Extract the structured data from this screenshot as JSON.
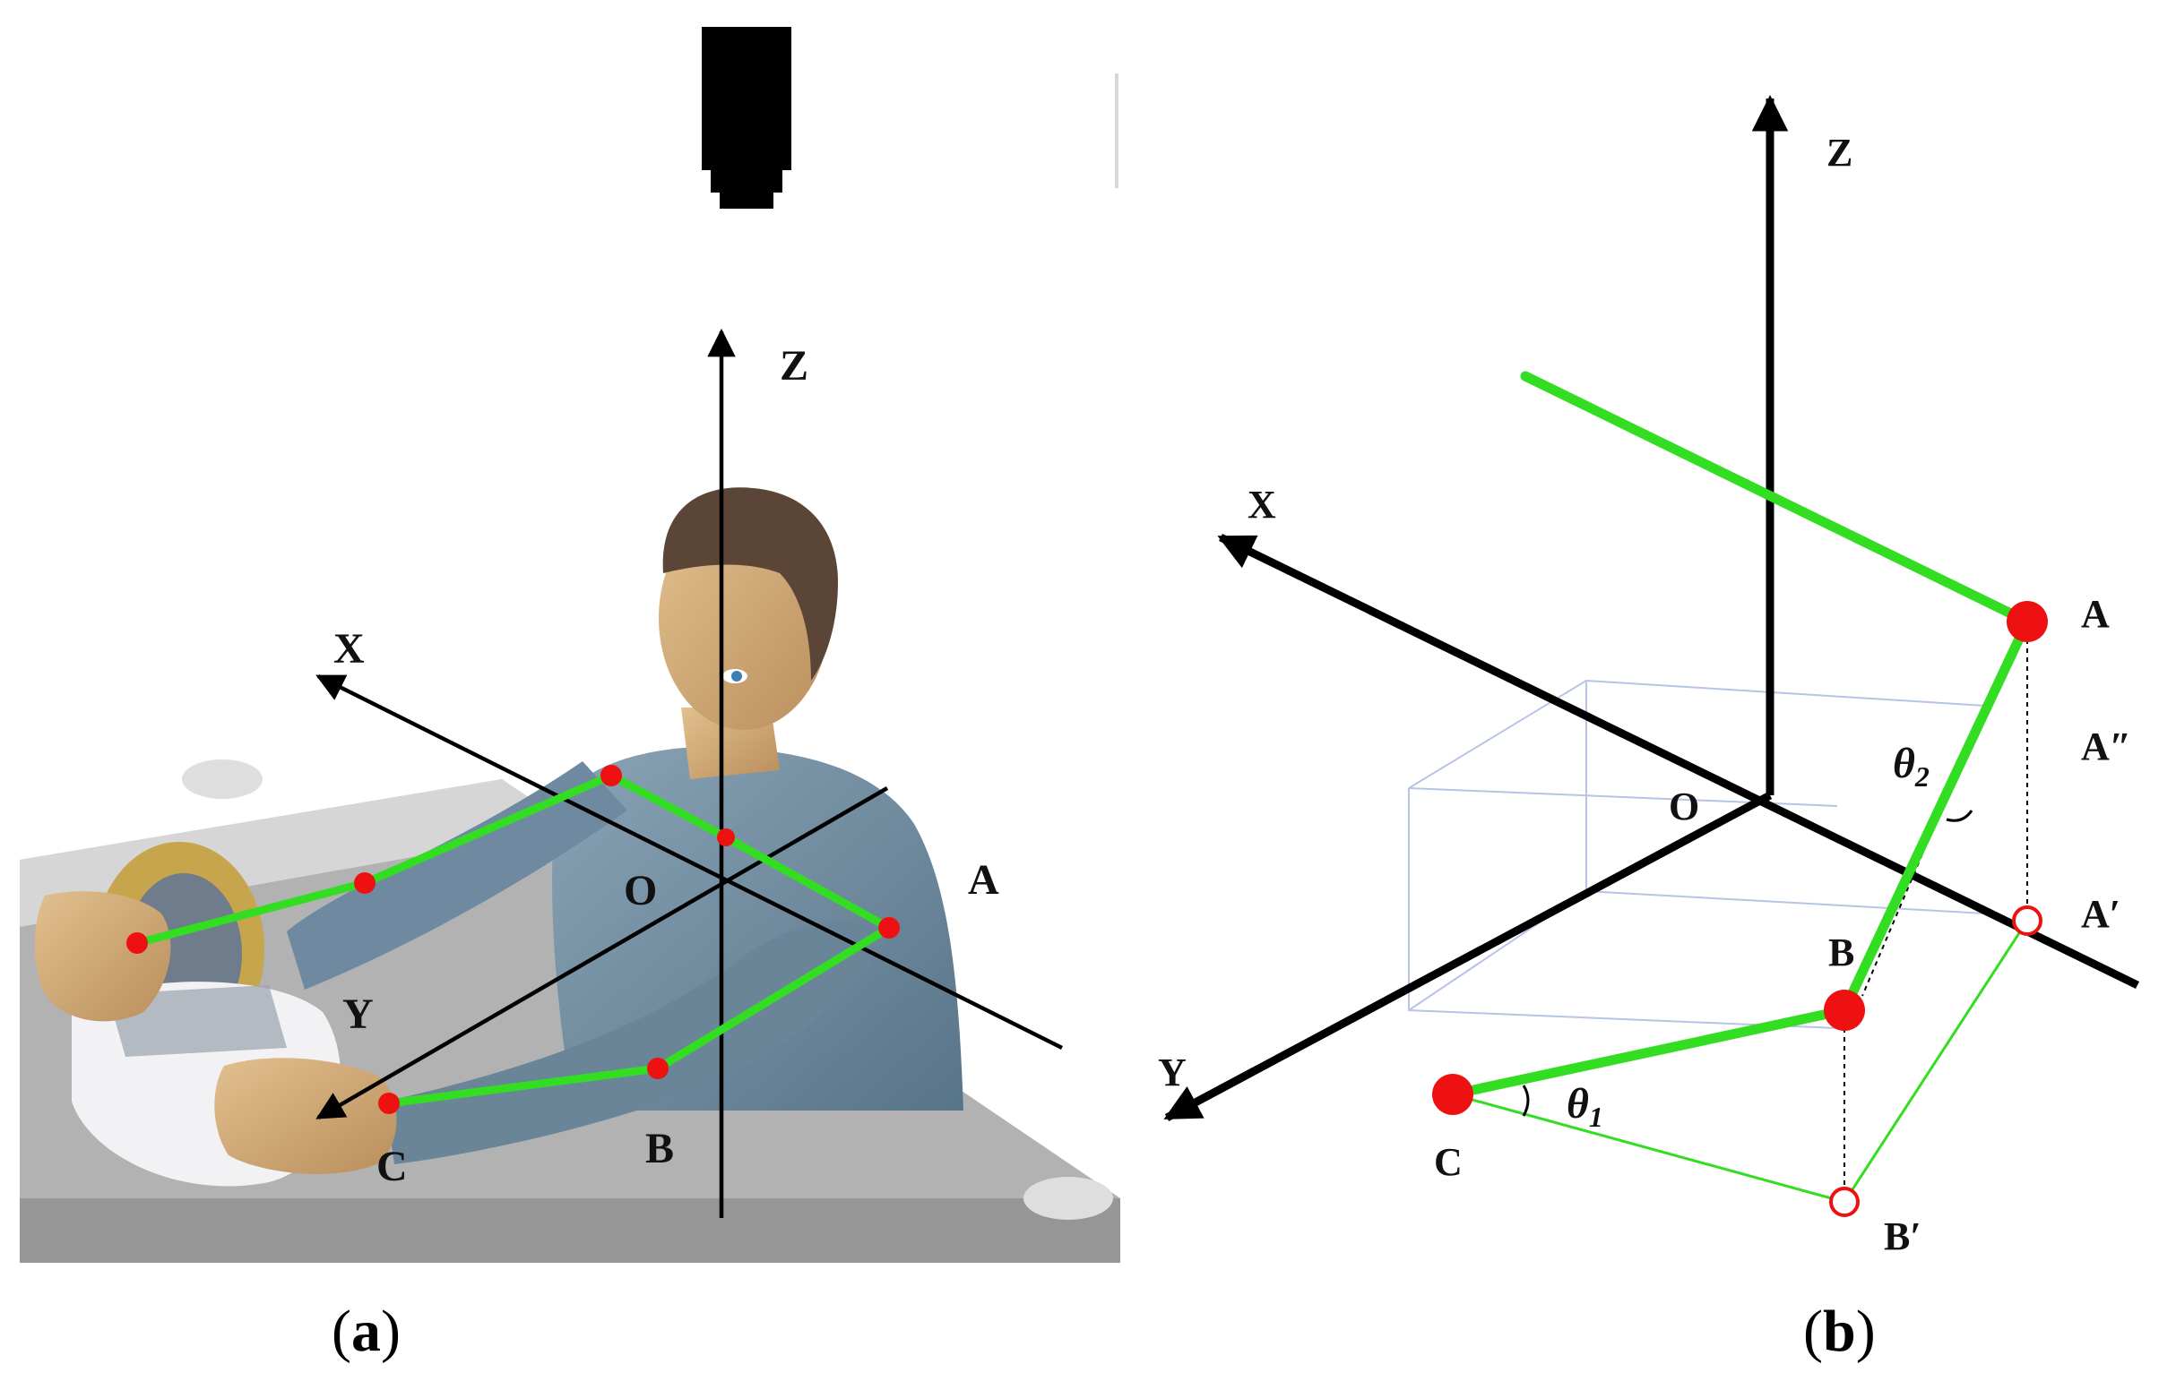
{
  "panel_a": {
    "labels": {
      "z": "Z",
      "x": "X",
      "y": "Y",
      "o": "O",
      "a": "A",
      "b": "B",
      "c": "C"
    },
    "caption": {
      "open": "(",
      "letter": "a",
      "close": ")"
    }
  },
  "panel_b": {
    "labels": {
      "z": "Z",
      "x": "X",
      "y": "Y",
      "o": "O",
      "a": "A",
      "a_double_prime": "A″",
      "a_prime": "A′",
      "b": "B",
      "b_prime": "B′",
      "c": "C",
      "theta": "θ",
      "theta1_sub": "1",
      "theta2_sub": "2"
    },
    "caption": {
      "open": "(",
      "letter": "b",
      "close": ")"
    }
  },
  "colors": {
    "skeleton_green": "#33dd22",
    "joint_red": "#ee1111",
    "axis_black": "#000000",
    "guide_blue": "#b8c4e6",
    "table_gray": "#b9b9b9",
    "shirt_blue": "#6f8aa0",
    "skin": "#cfa877",
    "hair": "#5b4536"
  }
}
